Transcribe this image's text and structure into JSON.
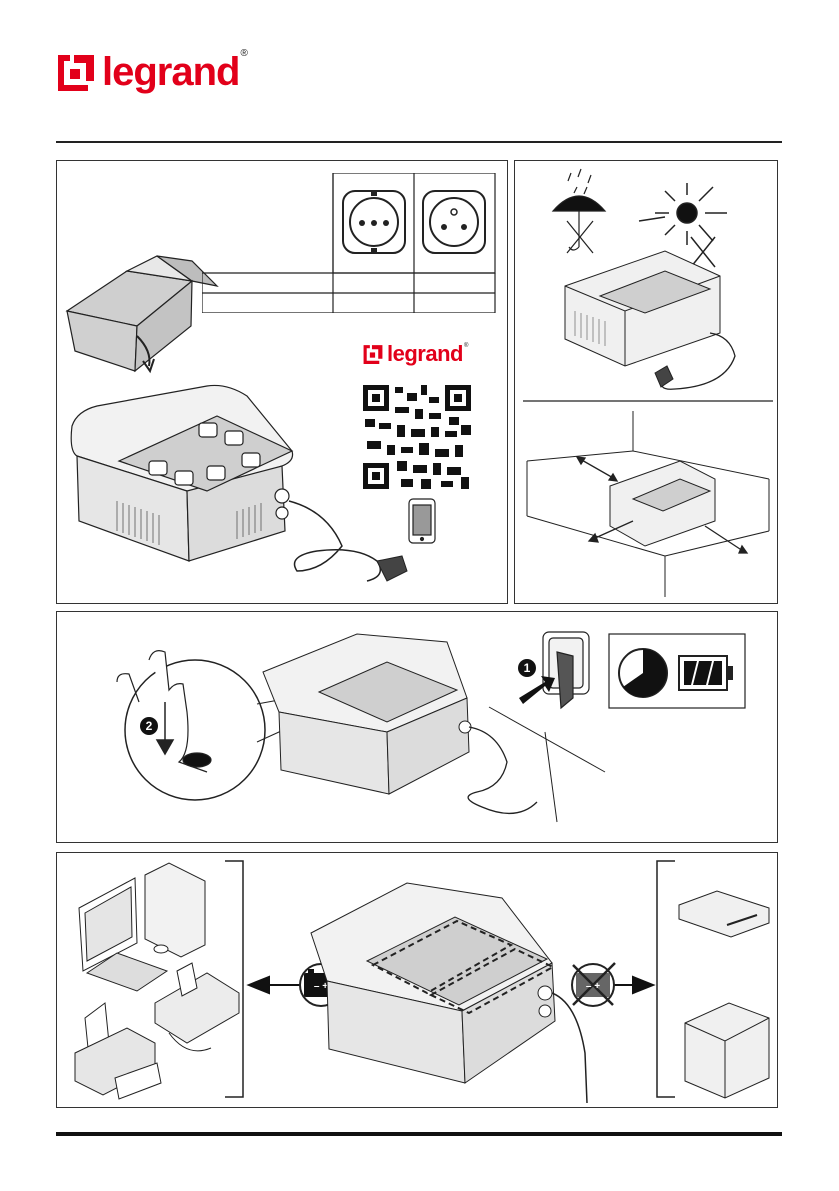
{
  "header": {
    "brand": "legrand",
    "registered_mark": "®",
    "brand_color": "#e2001a"
  },
  "panel_unpack": {
    "small_brand": "legrand",
    "small_registered_mark": "®",
    "socket_types": [
      "schuko-socket-icon",
      "french-socket-icon"
    ],
    "table_rows": [
      [
        "",
        "",
        ""
      ],
      [
        "",
        "",
        ""
      ]
    ]
  },
  "panel_placement": {
    "icons": [
      "umbrella-rain-icon",
      "sun-icon",
      "ups-device"
    ]
  },
  "panel_start": {
    "steps": [
      "1",
      "2"
    ]
  },
  "panel_usage": {
    "allowed_devices": [
      "computer-icon",
      "printer-icon",
      "fax-icon"
    ],
    "forbidden_devices": [
      "hair-dryer-icon",
      "heater-icon"
    ],
    "battery_sign_left": "– +",
    "battery_sign_right": "– +"
  },
  "colors": {
    "accent": "#e2001a",
    "line": "#222222"
  }
}
